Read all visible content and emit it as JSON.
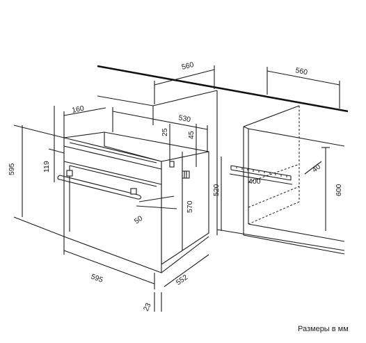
{
  "caption": "Размеры в мм",
  "dimensions": {
    "niche_width_top": "560",
    "niche_width_right": "560",
    "niche_height": "600",
    "niche_depth_inner": "520",
    "vent_width": "400",
    "vent_depth": "40",
    "oven_width_bottom": "595",
    "oven_height_left": "595",
    "oven_depth_body": "552",
    "oven_depth_top": "530",
    "oven_body_height": "570",
    "front_thickness": "23",
    "handle_offset": "50",
    "panel_height": "119",
    "panel_top_depth": "160",
    "top_gap_25": "25",
    "top_gap_45": "45"
  }
}
